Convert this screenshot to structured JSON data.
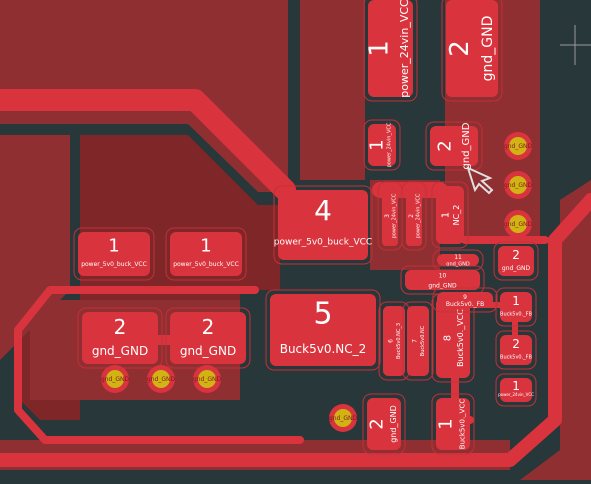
{
  "colors": {
    "background": "#27373a",
    "copper": "#8f2f31",
    "copper_dark": "#7a2426",
    "pad": "#d9343d",
    "pad_text": "#ffffff",
    "via_ring": "#d2b314",
    "cursor": "#e0e0e0"
  },
  "pads": [
    {
      "number": "1",
      "net": "power_24vin_VCC"
    },
    {
      "number": "2",
      "net": "gnd_GND"
    },
    {
      "number": "1",
      "net": "power_24vin_VCC"
    },
    {
      "number": "2",
      "net": "gnd_GND"
    },
    {
      "number": "4",
      "net": "power_5v0_buck_VCC"
    },
    {
      "number": "3",
      "net": "power_24vin_VCC"
    },
    {
      "number": "2",
      "net": "power_24vin_VCC"
    },
    {
      "number": "1",
      "net": "NC_2"
    },
    {
      "number": "1",
      "net": "power_5v0_buck_VCC"
    },
    {
      "number": "1",
      "net": "power_5v0_buck_VCC"
    },
    {
      "number": "11",
      "net": "gnd_GND"
    },
    {
      "number": "10",
      "net": "gnd_GND"
    },
    {
      "number": "2",
      "net": "gnd_GND"
    },
    {
      "number": "2",
      "net": "gnd_GND"
    },
    {
      "number": "2",
      "net": "gnd_GND"
    },
    {
      "number": "5",
      "net": "Buck5v0.NC_2"
    },
    {
      "number": "6",
      "net": "Buck5v0.NC_3"
    },
    {
      "number": "7",
      "net": "Buck5v0.NC"
    },
    {
      "number": "8",
      "net": "Buck5v0._VCC"
    },
    {
      "number": "9",
      "net": "Buck5v0._FB"
    },
    {
      "number": "1",
      "net": "Buck5v0._FB"
    },
    {
      "number": "2",
      "net": "Buck5v0._FB"
    },
    {
      "number": "1",
      "net": "power_24vin_VCC"
    },
    {
      "number": "2",
      "net": "gnd_GND"
    },
    {
      "number": "1",
      "net": "Buck5v0._VCC"
    }
  ],
  "vias": [
    {
      "net": "gnd_GND"
    },
    {
      "net": "gnd_GND"
    },
    {
      "net": "gnd_GND"
    },
    {
      "net": "gnd_GND"
    },
    {
      "net": "gnd_GND"
    },
    {
      "net": "gnd_GND"
    },
    {
      "net": "gnd_GND"
    }
  ]
}
